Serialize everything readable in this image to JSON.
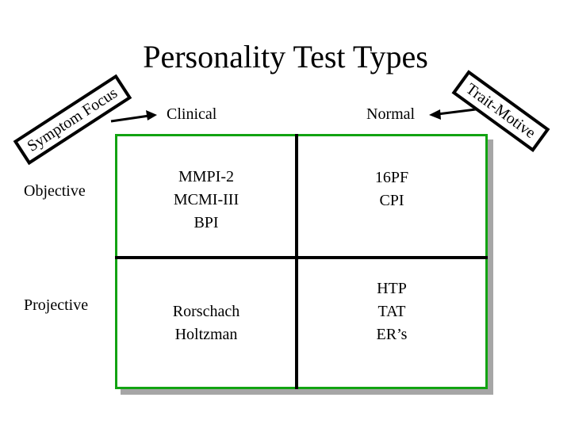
{
  "slide": {
    "title": "Personality Test Types",
    "columns": {
      "clinical": "Clinical",
      "normal": "Normal"
    },
    "rows": {
      "objective": "Objective",
      "projective": "Projective"
    },
    "tags": {
      "symptom_focus": "Symptom Focus",
      "trait_motive": "Trait-Motive"
    },
    "cells": {
      "objective_clinical": [
        "MMPI-2",
        "MCMI-III",
        "BPI"
      ],
      "objective_normal": [
        "16PF",
        "CPI"
      ],
      "projective_clinical": [
        "Rorschach",
        "Holtzman"
      ],
      "projective_normal": [
        "HTP",
        "TAT",
        "ER’s"
      ]
    },
    "colors": {
      "grid_border": "#12a312",
      "divider": "#000000",
      "shadow": "#a6a6a6"
    }
  }
}
